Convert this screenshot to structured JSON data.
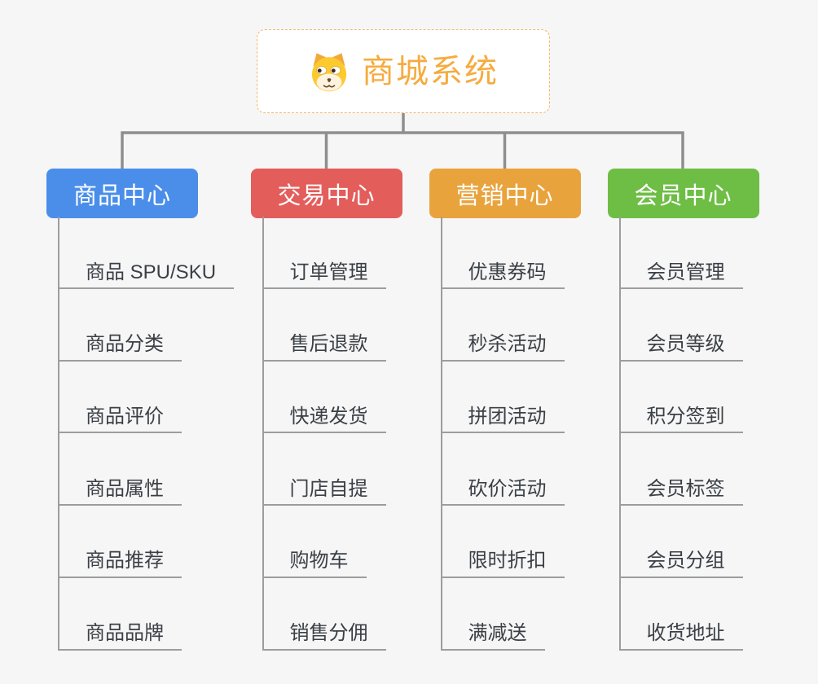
{
  "root": {
    "label": "商城系统",
    "icon": "dog-face-icon"
  },
  "branches": [
    {
      "label": "商品中心",
      "color": "#4a8eea",
      "children": [
        "商品 SPU/SKU",
        "商品分类",
        "商品评价",
        "商品属性",
        "商品推荐",
        "商品品牌"
      ]
    },
    {
      "label": "交易中心",
      "color": "#e35d5b",
      "children": [
        "订单管理",
        "售后退款",
        "快递发货",
        "门店自提",
        "购物车",
        "销售分佣"
      ]
    },
    {
      "label": "营销中心",
      "color": "#e9a33d",
      "children": [
        "优惠券码",
        "秒杀活动",
        "拼团活动",
        "砍价活动",
        "限时折扣",
        "满减送"
      ]
    },
    {
      "label": "会员中心",
      "color": "#6ebe45",
      "children": [
        "会员管理",
        "会员等级",
        "积分签到",
        "会员标签",
        "会员分组",
        "收货地址"
      ]
    }
  ],
  "colors": {
    "background": "#f6f6f6",
    "root_text": "#f6ab3f",
    "root_border": "#f2b766",
    "connector": "#8e8e8e",
    "leaf_line": "#9d9d9d",
    "leaf_text": "#3b4046"
  }
}
